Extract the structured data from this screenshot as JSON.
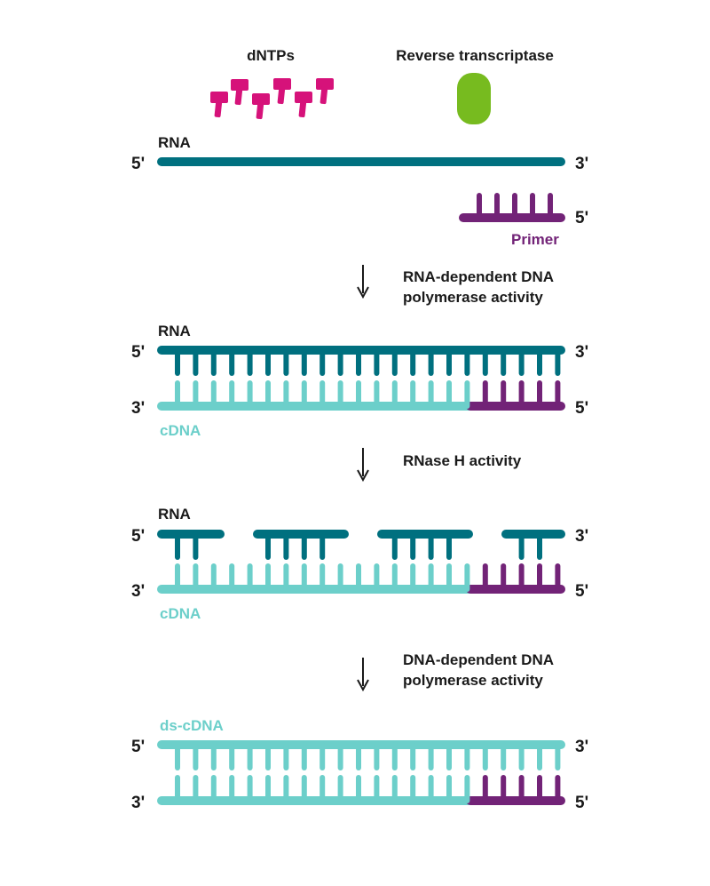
{
  "colors": {
    "rna": "#00707f",
    "cdna": "#6ccfca",
    "primer": "#722377",
    "dntp": "#d6127a",
    "enzyme": "#77bb1f",
    "text": "#1a1a1a"
  },
  "reagents": {
    "dntps_label": "dNTPs",
    "enzyme_label": "Reverse transcriptase"
  },
  "step1": {
    "rna_label": "RNA",
    "rna_left_end": "5'",
    "rna_right_end": "3'",
    "primer_label": "Primer",
    "primer_end": "5'"
  },
  "transition1": {
    "line1": "RNA-dependent DNA",
    "line2": "polymerase activity"
  },
  "step2": {
    "rna_label": "RNA",
    "cdna_label": "cDNA",
    "top_left_end": "5'",
    "top_right_end": "3'",
    "bottom_left_end": "3'",
    "bottom_right_end": "5'"
  },
  "transition2": {
    "line1": "RNase H activity"
  },
  "step3": {
    "rna_label": "RNA",
    "cdna_label": "cDNA",
    "top_left_end": "5'",
    "top_right_end": "3'",
    "bottom_left_end": "3'",
    "bottom_right_end": "5'"
  },
  "transition3": {
    "line1": "DNA-dependent DNA",
    "line2": "polymerase activity"
  },
  "step4": {
    "dscdna_label": "ds-cDNA",
    "top_left_end": "5'",
    "top_right_end": "3'",
    "bottom_left_end": "3'",
    "bottom_right_end": "5'"
  }
}
